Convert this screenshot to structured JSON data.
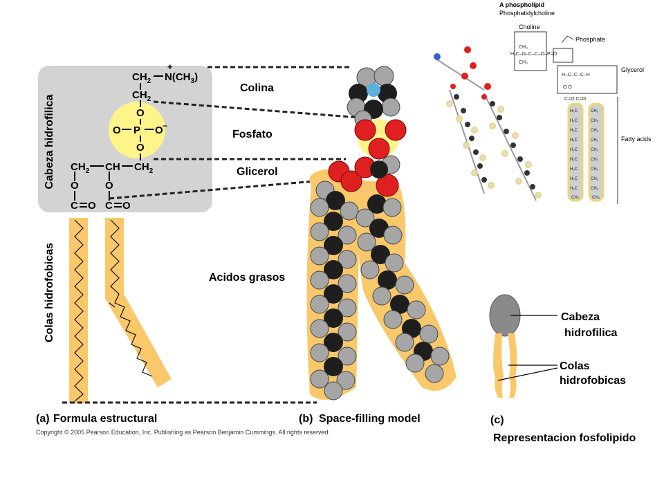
{
  "labels": {
    "colina": "Colina",
    "fosfato": "Fosfato",
    "glicerol": "Glicerol",
    "acidos_grasos": "Acidos grasos",
    "cabeza_hidrofilica_vertical": "Cabeza hidrofilica",
    "colas_hidrofobicas_vertical": "Colas hidrofobicas",
    "cabeza_line1": "Cabeza",
    "cabeza_line2": "hidrofilica",
    "colas_line1": "Colas",
    "colas_line2": "hidrofobicas"
  },
  "panels": {
    "a_letter": "(a)",
    "a_title": "Formula estructural",
    "b_letter": "(b)",
    "b_title": "Space-filling model",
    "c_letter": "(c)",
    "c_title": "Representacion fosfolipido"
  },
  "copyright": "Copyright © 2005 Pearson Education, Inc. Publishing as Pearson Benjamin Cummings. All rights reserved.",
  "structure": {
    "ch2_top": "CH",
    "n_group": "N(CH",
    "n_group_end": ")",
    "ch2": "CH",
    "o": "O",
    "p": "P",
    "ch": "CH",
    "c_eq_o": "C",
    "sub2": "2",
    "sub3": "3",
    "plus": "+",
    "minus": "−"
  },
  "inset": {
    "title": "A phospholipid",
    "subtitle": "Phosphatidylcholine",
    "choline": "Choline",
    "phosphate": "Phosphate",
    "glycerol": "Glycerol",
    "fatty_acids": "Fatty acids"
  }
}
